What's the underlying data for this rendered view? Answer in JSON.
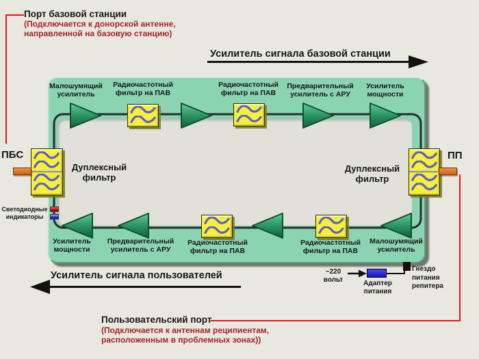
{
  "ports": {
    "left_label": "ПБС",
    "right_label": "ПП"
  },
  "annotations": {
    "base_station_port": {
      "title": "Порт базовой станции",
      "note": "(Подключается к донорской антенне,\nнаправленной на базовую станцию)"
    },
    "user_port": {
      "title": "Пользовательский порт",
      "note": "(Подключается к антеннам реципиентам,\nрасположенным в проблемных зонах))"
    },
    "uplink_arrow": "Усилитель сигнала базовой станции",
    "downlink_arrow": "Усилитель сигнала пользователей",
    "led_indicators": "Светодиодные\nиндикаторы"
  },
  "duplex_filters": {
    "left": "Дуплексный\nфильтр",
    "right": "Дуплексный\nфильтр"
  },
  "top_chain": [
    "Малошумящий\nусилитель",
    "Радиочастотный\nфильтр на ПАВ",
    "Радиочастотный\nфильтр на ПАВ",
    "Предварительный\nусилитель с АРУ",
    "Усилитель\nмощности"
  ],
  "bottom_chain": [
    "Усилитель\nмощности",
    "Предварительный\nусилитель с АРУ",
    "Радиочастотный\nфильтр на ПАВ",
    "Радиочастотный\nфильтр на ПАВ",
    "Малошумящий\nусилитель"
  ],
  "power": {
    "source": "~220\nвольт",
    "adapter": "Адаптер\nпитания",
    "jack": "Гнездо\nпитания\nрепитера"
  },
  "colors": {
    "ring_green": "#8bd4b2",
    "filter_yellow": "#f8ef38",
    "wave_blue": "#5a5fd0",
    "amplifier_green": "#2f9a67",
    "accent_red": "#ee1111",
    "note_red": "#a82222",
    "connector_orange": "#e0761c",
    "adapter_blue": "#2525e0"
  }
}
